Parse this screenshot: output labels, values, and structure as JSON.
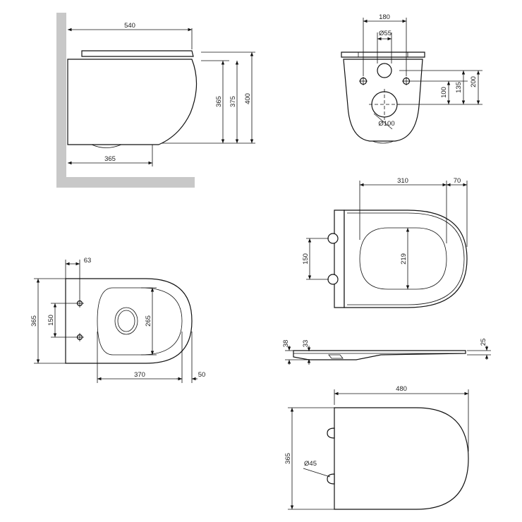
{
  "dimensions": {
    "side": {
      "length": "540",
      "seat_height": "365",
      "height_mid": "375",
      "height_total": "400",
      "base_depth": "365"
    },
    "rear": {
      "bolt_spacing": "180",
      "water_inlet_diameter": "Ø55",
      "drain_diameter": "Ø100",
      "drain_height": "100",
      "bolt_height": "135",
      "inlet_height": "200"
    },
    "seat_top": {
      "seat_length": "310",
      "hinge_offset": "70",
      "hinge_spacing": "150",
      "opening_width": "219"
    },
    "bowl_top": {
      "bolt_offset": "63",
      "width": "365",
      "bolt_spacing": "150",
      "opening_width": "265",
      "length": "370",
      "front_offset": "50"
    },
    "seat_profile": {
      "total_thickness": "38",
      "seat_thickness": "33",
      "lid_thickness": "25"
    },
    "lid_top": {
      "length": "480",
      "width": "365",
      "hinge_diameter": "Ø45"
    }
  }
}
